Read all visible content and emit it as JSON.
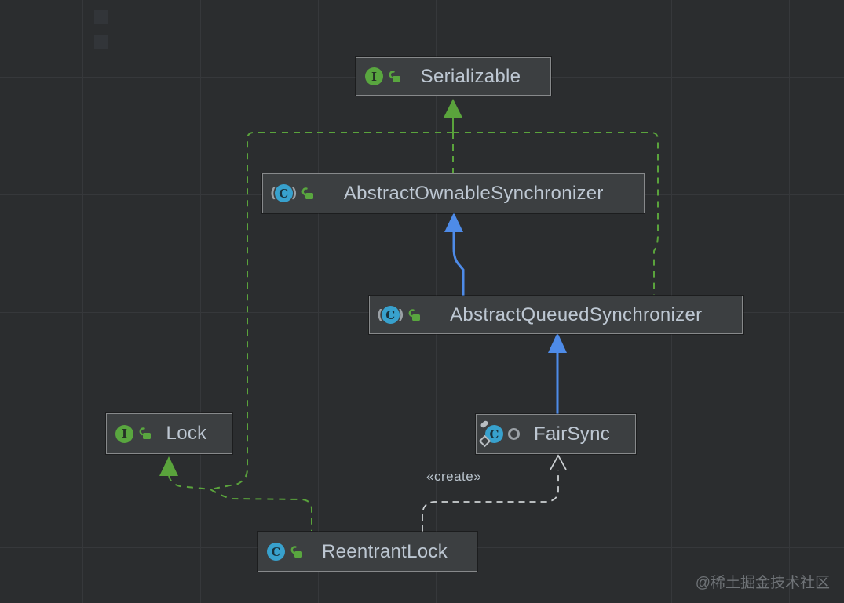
{
  "diagram_type": "uml-class-diagram",
  "canvas": {
    "background": "#2b2d2f",
    "grid_color": "#36383b"
  },
  "colors": {
    "realization_green": "#5aa33c",
    "generalization_blue": "#4e8be8",
    "dependency_gray": "#ccd0d3",
    "node_background": "#3c3f41",
    "node_border": "#87898b",
    "node_text": "#bdc7d2",
    "interface_icon_green": "#59a63f",
    "class_icon_blue": "#38a1cd",
    "lock_icon_green": "#59a63f",
    "modifier_gray": "#9ba1a6"
  },
  "icon_letters": {
    "interface": "I",
    "class": "C",
    "paren_open": "(",
    "paren_close": ")"
  },
  "nodes": [
    {
      "id": "serializable",
      "label": "Serializable",
      "kind": "interface",
      "visibility": "public"
    },
    {
      "id": "abstract-ownable-synchronizer",
      "label": "AbstractOwnableSynchronizer",
      "kind": "abstract-class",
      "visibility": "public"
    },
    {
      "id": "abstract-queued-synchronizer",
      "label": "AbstractQueuedSynchronizer",
      "kind": "abstract-class",
      "visibility": "public"
    },
    {
      "id": "lock",
      "label": "Lock",
      "kind": "interface",
      "visibility": "public"
    },
    {
      "id": "fair-sync",
      "label": "FairSync",
      "kind": "static-final-class",
      "visibility": "package-private"
    },
    {
      "id": "reentrant-lock",
      "label": "ReentrantLock",
      "kind": "class",
      "visibility": "public"
    }
  ],
  "edges": [
    {
      "from": "AbstractOwnableSynchronizer",
      "to": "Serializable",
      "type": "realization"
    },
    {
      "from": "AbstractQueuedSynchronizer",
      "to": "Serializable",
      "type": "realization"
    },
    {
      "from": "ReentrantLock",
      "to": "Serializable",
      "type": "realization"
    },
    {
      "from": "ReentrantLock",
      "to": "Lock",
      "type": "realization"
    },
    {
      "from": "AbstractQueuedSynchronizer",
      "to": "AbstractOwnableSynchronizer",
      "type": "generalization"
    },
    {
      "from": "FairSync",
      "to": "AbstractQueuedSynchronizer",
      "type": "generalization"
    },
    {
      "from": "ReentrantLock",
      "to": "FairSync",
      "type": "dependency",
      "label": "«create»"
    }
  ],
  "watermark": "@稀土掘金技术社区"
}
